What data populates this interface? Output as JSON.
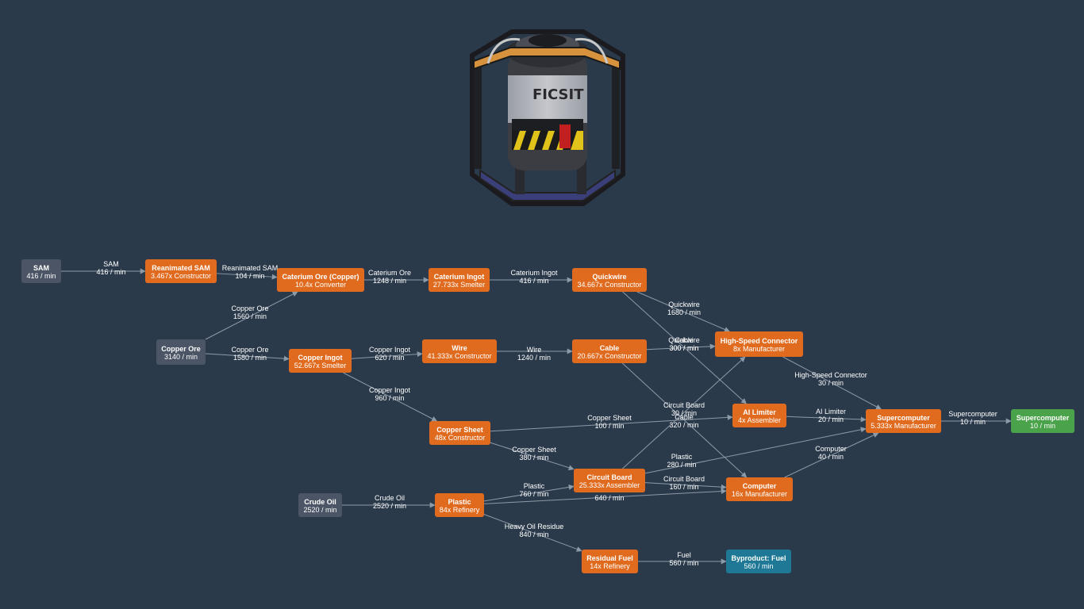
{
  "colors": {
    "background": "#2b3a4a",
    "recipe": "#e06b1e",
    "input": "#4b5565",
    "output": "#4aa24a",
    "byproduct": "#1f7895",
    "edge": "#8d9aa8"
  },
  "hero_icon": "supercomputer-icon",
  "nodes": [
    {
      "id": "sam",
      "type": "input",
      "title": "SAM",
      "sub": "416 / min"
    },
    {
      "id": "rsam",
      "type": "recipe",
      "title": "Reanimated SAM",
      "sub": "3.467x Constructor"
    },
    {
      "id": "catore",
      "type": "recipe",
      "title": "Caterium Ore (Copper)",
      "sub": "10.4x Converter"
    },
    {
      "id": "catingot",
      "type": "recipe",
      "title": "Caterium Ingot",
      "sub": "27.733x Smelter"
    },
    {
      "id": "quickwire",
      "type": "recipe",
      "title": "Quickwire",
      "sub": "34.667x Constructor"
    },
    {
      "id": "copperore",
      "type": "input",
      "title": "Copper Ore",
      "sub": "3140 / min"
    },
    {
      "id": "copperingot",
      "type": "recipe",
      "title": "Copper Ingot",
      "sub": "52.667x Smelter"
    },
    {
      "id": "wire",
      "type": "recipe",
      "title": "Wire",
      "sub": "41.333x Constructor"
    },
    {
      "id": "cable",
      "type": "recipe",
      "title": "Cable",
      "sub": "20.667x Constructor"
    },
    {
      "id": "hsc",
      "type": "recipe",
      "title": "High-Speed Connector",
      "sub": "8x Manufacturer"
    },
    {
      "id": "ailimiter",
      "type": "recipe",
      "title": "AI Limiter",
      "sub": "4x Assembler"
    },
    {
      "id": "supercomp",
      "type": "recipe",
      "title": "Supercomputer",
      "sub": "5.333x Manufacturer"
    },
    {
      "id": "supercompout",
      "type": "output",
      "title": "Supercomputer",
      "sub": "10 / min"
    },
    {
      "id": "coppersheet",
      "type": "recipe",
      "title": "Copper Sheet",
      "sub": "48x Constructor"
    },
    {
      "id": "circuit",
      "type": "recipe",
      "title": "Circuit Board",
      "sub": "25.333x Assembler"
    },
    {
      "id": "computer",
      "type": "recipe",
      "title": "Computer",
      "sub": "16x Manufacturer"
    },
    {
      "id": "crudeoil",
      "type": "input",
      "title": "Crude Oil",
      "sub": "2520 / min"
    },
    {
      "id": "plastic",
      "type": "recipe",
      "title": "Plastic",
      "sub": "84x Refinery"
    },
    {
      "id": "residual",
      "type": "recipe",
      "title": "Residual Fuel",
      "sub": "14x Refinery"
    },
    {
      "id": "fuelout",
      "type": "byproduct",
      "title": "Byproduct: Fuel",
      "sub": "560 / min"
    }
  ],
  "edges": [
    {
      "from": "sam",
      "to": "rsam",
      "label": "SAM",
      "rate": "416 / min"
    },
    {
      "from": "rsam",
      "to": "catore",
      "label": "Reanimated SAM",
      "rate": "104 / min"
    },
    {
      "from": "copperore",
      "to": "catore",
      "label": "Copper Ore",
      "rate": "1560 / min"
    },
    {
      "from": "catore",
      "to": "catingot",
      "label": "Caterium Ore",
      "rate": "1248 / min"
    },
    {
      "from": "catingot",
      "to": "quickwire",
      "label": "Caterium Ingot",
      "rate": "416 / min"
    },
    {
      "from": "copperore",
      "to": "copperingot",
      "label": "Copper Ore",
      "rate": "1580 / min"
    },
    {
      "from": "copperingot",
      "to": "wire",
      "label": "Copper Ingot",
      "rate": "620 / min"
    },
    {
      "from": "wire",
      "to": "cable",
      "label": "Wire",
      "rate": "1240 / min"
    },
    {
      "from": "copperingot",
      "to": "coppersheet",
      "label": "Copper Ingot",
      "rate": "960 / min"
    },
    {
      "from": "quickwire",
      "to": "hsc",
      "label": "Quickwire",
      "rate": "1680 / min"
    },
    {
      "from": "quickwire",
      "to": "ailimiter",
      "label": "Quickwire",
      "rate": "300 / min"
    },
    {
      "from": "cable",
      "to": "hsc",
      "label": "Cable",
      "rate": "300 / min"
    },
    {
      "from": "cable",
      "to": "computer",
      "label": "Cable",
      "rate": "320 / min"
    },
    {
      "from": "circuit",
      "to": "hsc",
      "label": "Circuit Board",
      "rate": "30 / min"
    },
    {
      "from": "coppersheet",
      "to": "ailimiter",
      "label": "Copper Sheet",
      "rate": "100 / min"
    },
    {
      "from": "coppersheet",
      "to": "circuit",
      "label": "Copper Sheet",
      "rate": "380 / min"
    },
    {
      "from": "hsc",
      "to": "supercomp",
      "label": "High-Speed Connector",
      "rate": "30 / min"
    },
    {
      "from": "ailimiter",
      "to": "supercomp",
      "label": "AI Limiter",
      "rate": "20 / min"
    },
    {
      "from": "circuit",
      "to": "supercomp",
      "label": "Plastic",
      "rate": "280 / min"
    },
    {
      "from": "computer",
      "to": "supercomp",
      "label": "Computer",
      "rate": "40 / min"
    },
    {
      "from": "supercomp",
      "to": "supercompout",
      "label": "Supercomputer",
      "rate": "10 / min"
    },
    {
      "from": "crudeoil",
      "to": "plastic",
      "label": "Crude Oil",
      "rate": "2520 / min"
    },
    {
      "from": "plastic",
      "to": "circuit",
      "label": "Plastic",
      "rate": "760 / min"
    },
    {
      "from": "plastic",
      "to": "computer",
      "label": "Plastic",
      "rate": "640 / min"
    },
    {
      "from": "circuit",
      "to": "computer",
      "label": "Circuit Board",
      "rate": "160 / min"
    },
    {
      "from": "plastic",
      "to": "residual",
      "label": "Heavy Oil Residue",
      "rate": "840 / min"
    },
    {
      "from": "residual",
      "to": "fuelout",
      "label": "Fuel",
      "rate": "560 / min"
    }
  ]
}
